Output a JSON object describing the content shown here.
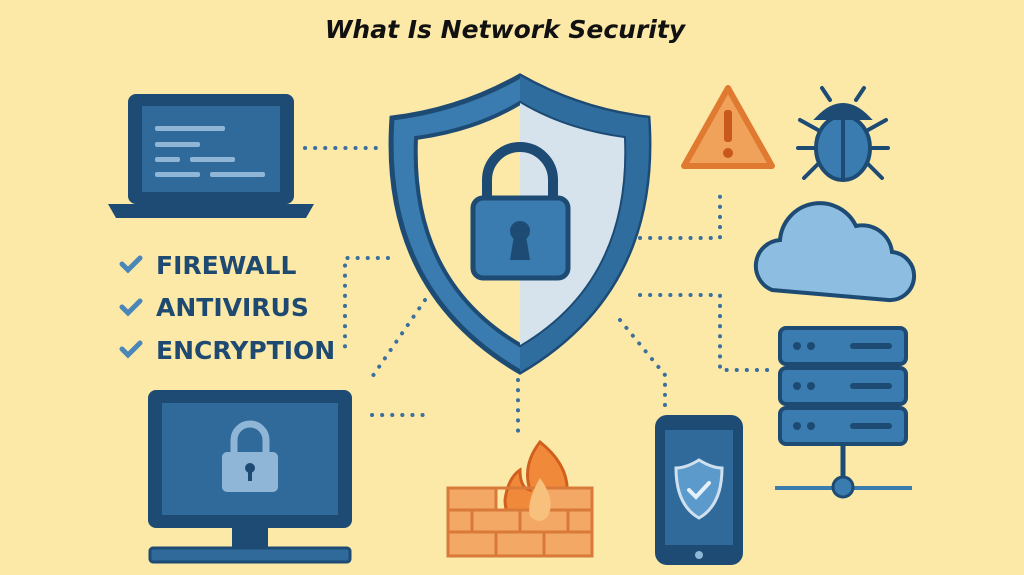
{
  "title": "What Is Network Security",
  "features": [
    "FIREWALL",
    "ANTIVIRUS",
    "ENCRYPTION"
  ],
  "icons": [
    "laptop-icon",
    "shield-lock-icon",
    "warning-icon",
    "bug-icon",
    "cloud-icon",
    "server-icon",
    "monitor-lock-icon",
    "firewall-icon",
    "smartphone-shield-icon"
  ],
  "colors": {
    "background": "#fce9a7",
    "dark_blue": "#1d4b74",
    "mid_blue": "#3a7bb0",
    "light_blue": "#d6e3ec",
    "orange": "#f0a15a"
  }
}
